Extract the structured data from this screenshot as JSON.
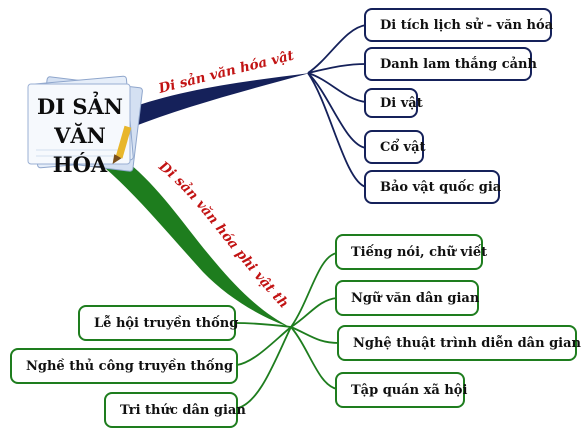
{
  "central": {
    "line1": "DI SẢN",
    "line2": "VĂN HÓA",
    "icon": "stacked-documents-pencil-icon"
  },
  "branches": [
    {
      "label": "Di sản văn hóa vật thể",
      "color": "#15215a",
      "children": [
        "Di tích lịch sử - văn hóa",
        "Danh lam thắng cảnh",
        "Di vật",
        "Cổ vật",
        "Bảo vật quốc gia"
      ]
    },
    {
      "label": "Di sản văn hóa phi vật thể",
      "color": "#1e7d1e",
      "children_right": [
        "Tiếng nói, chữ viết",
        "Ngữ văn dân gian",
        "Nghệ thuật trình diễn dân gian",
        "Tập quán xã hội"
      ],
      "children_left": [
        "Lễ hội truyền thống",
        "Nghề thủ công truyền thống",
        "Tri thức dân gian"
      ]
    }
  ],
  "colors": {
    "label_red": "#c21414",
    "navy": "#15215a",
    "green": "#1e7d1e"
  }
}
